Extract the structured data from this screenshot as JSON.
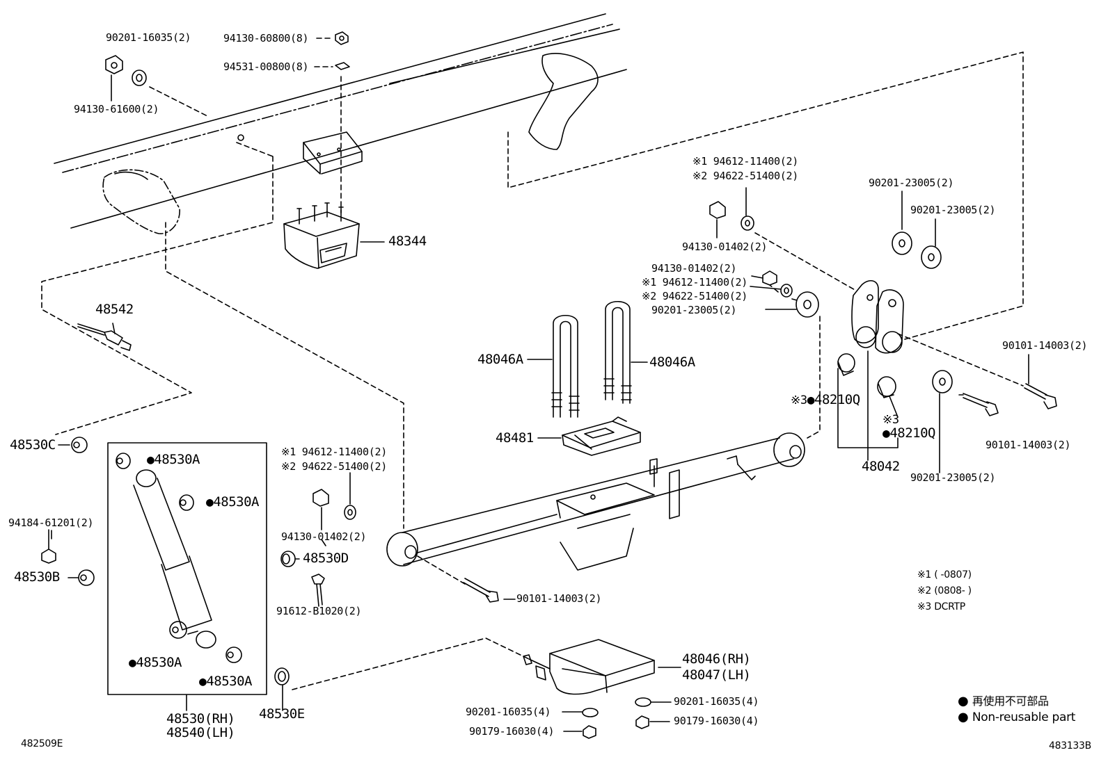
{
  "labels": {
    "p_90201_16035_top": "90201-16035(2)",
    "p_94130_60800": "94130-60800(8)",
    "p_94531_00800": "94531-00800(8)",
    "p_94130_61600": "94130-61600(2)",
    "p_48344": "48344",
    "p_48542": "48542",
    "p_48530C": "48530C",
    "p_48530A_1": "48530A",
    "p_48530A_2": "48530A",
    "p_48530A_3": "48530A",
    "p_48530A_4": "48530A",
    "p_94184_61201": "94184-61201(2)",
    "p_48530B": "48530B",
    "p_48530RH": "48530(RH)",
    "p_48540LH": "48540(LH)",
    "p_48530E": "48530E",
    "p_48530D": "48530D",
    "p_91612_B1020": "91612-B1020(2)",
    "p_94130_01402_mid": "94130-01402(2)",
    "p_mid_note1": "※1 94612-11400(2)",
    "p_mid_note2": "※2 94622-51400(2)",
    "p_48046A_left": "48046A",
    "p_48046A_right": "48046A",
    "p_48481": "48481",
    "p_90101_14003_mid": "90101-14003(2)",
    "p_48046RH": "48046(RH)",
    "p_48047LH": "48047(LH)",
    "p_90201_16035_b1": "90201-16035(4)",
    "p_90179_16030_b1": "90179-16030(4)",
    "p_90201_16035_b2": "90201-16035(4)",
    "p_90179_16030_b2": "90179-16030(4)",
    "p_top_note1": "※1 94612-11400(2)",
    "p_top_note2": "※2 94622-51400(2)",
    "p_94130_01402_top": "94130-01402(2)",
    "p_94130_01402_r": "94130-01402(2)",
    "p_r_note1": "※1 94612-11400(2)",
    "p_r_note2": "※2 94622-51400(2)",
    "p_90201_23005_r": "90201-23005(2)",
    "p_90201_23005_a": "90201-23005(2)",
    "p_90201_23005_b": "90201-23005(2)",
    "p_48210Q_1": "48210Q",
    "p_48210Q_2": "48210Q",
    "p_note3_1": "※3",
    "p_note3_2": "※3",
    "p_48042": "48042",
    "p_90101_14003_r1": "90101-14003(2)",
    "p_90101_14003_r2": "90101-14003(2)",
    "p_90201_23005_c": "90201-23005(2)"
  },
  "notes": {
    "n1": "※1 (      -0807)",
    "n2": "※2 (0808-      )",
    "n3": "※3 DCRTP"
  },
  "legend": {
    "jp": "再使用不可部品",
    "en": "Non-reusable part"
  },
  "codes": {
    "left": "482509E",
    "right": "483133B"
  },
  "colors": {
    "ink": "#000000",
    "paper": "#ffffff"
  }
}
